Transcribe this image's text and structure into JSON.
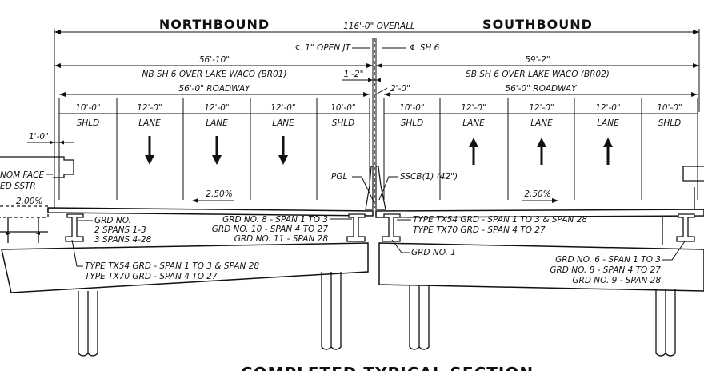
{
  "titles": {
    "northbound": "NORTHBOUND",
    "southbound": "SOUTHBOUND",
    "section": "COMPLETED TYPICAL SECTION"
  },
  "dimensions": {
    "overall": "116'-0\" OVERALL",
    "nb_width": "56'-10\"",
    "sb_width": "59'-2\"",
    "open_joint": "℄ 1\" OPEN JT",
    "cl_sh6": "℄ SH 6",
    "median_gap": "1'-2\"",
    "sb_offset": "2'-0\"",
    "nb_roadway": "56'-0\" ROADWAY",
    "sb_roadway": "56'-0\" ROADWAY",
    "left_offset": "1'-0\""
  },
  "bridges": {
    "nb": "NB SH 6 OVER LAKE WACO (BR01)",
    "sb": "SB SH 6 OVER LAKE WACO (BR02)"
  },
  "nb_lanes": [
    {
      "width": "10'-0\"",
      "label": "SHLD"
    },
    {
      "width": "12'-0\"",
      "label": "LANE"
    },
    {
      "width": "12'-0\"",
      "label": "LANE"
    },
    {
      "width": "12'-0\"",
      "label": "LANE"
    },
    {
      "width": "10'-0\"",
      "label": "SHLD"
    }
  ],
  "sb_lanes": [
    {
      "width": "10'-0\"",
      "label": "SHLD"
    },
    {
      "width": "12'-0\"",
      "label": "LANE"
    },
    {
      "width": "12'-0\"",
      "label": "LANE"
    },
    {
      "width": "12'-0\"",
      "label": "LANE"
    },
    {
      "width": "10'-0\"",
      "label": "SHLD"
    }
  ],
  "slopes": {
    "nb": "2.50%",
    "sb": "2.50%",
    "left": "2.00%"
  },
  "labels": {
    "pgl": "PGL",
    "sscb": "SSCB(1) (42\")",
    "nom_face": "NOM FACE",
    "ed_sstr": "ED SSTR",
    "grd_no": "GRD NO.",
    "spans_1": "2 SPANS 1-3",
    "spans_2": "3 SPANS 4-28",
    "grd8_nb": "GRD NO. 8 - SPAN 1 TO 3",
    "grd10_nb": "GRD NO. 10 - SPAN 4 TO 27",
    "grd11_nb": "GRD NO. 11 - SPAN 28",
    "type_tx54_sb": "TYPE TX54 GRD - SPAN 1 TO 3 & SPAN 28",
    "type_tx70_sb": "TYPE TX70 GRD - SPAN 4 TO 27",
    "grd1_sb": "GRD NO. 1",
    "type_tx54_nb": "TYPE TX54 GRD - SPAN 1 TO 3 & SPAN 28",
    "type_tx70_nb": "TYPE TX70 GRD - SPAN 4 TO 27",
    "grd6_sb": "GRD NO. 6 - SPAN 1 TO 3",
    "grd8_sb": "GRD NO. 8 - SPAN 4 TO 27",
    "grd9_sb": "GRD NO. 9 - SPAN 28"
  }
}
